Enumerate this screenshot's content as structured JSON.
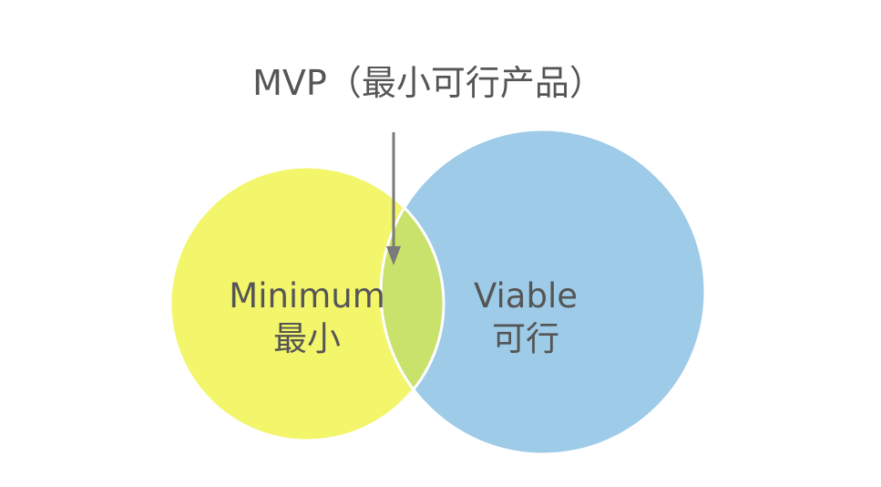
{
  "title": "MVP（最小可行产品）",
  "circles": {
    "minimum": {
      "label_en": "Minimum",
      "label_zh": "最小",
      "color": "#f3f56a"
    },
    "viable": {
      "label_en": "Viable",
      "label_zh": "可行",
      "color": "#9dcbe8"
    },
    "overlap_color": "#c8e26c",
    "edge_color": "#ffffff"
  },
  "arrow_color": "#7a7a7a",
  "text_color": "#555555"
}
